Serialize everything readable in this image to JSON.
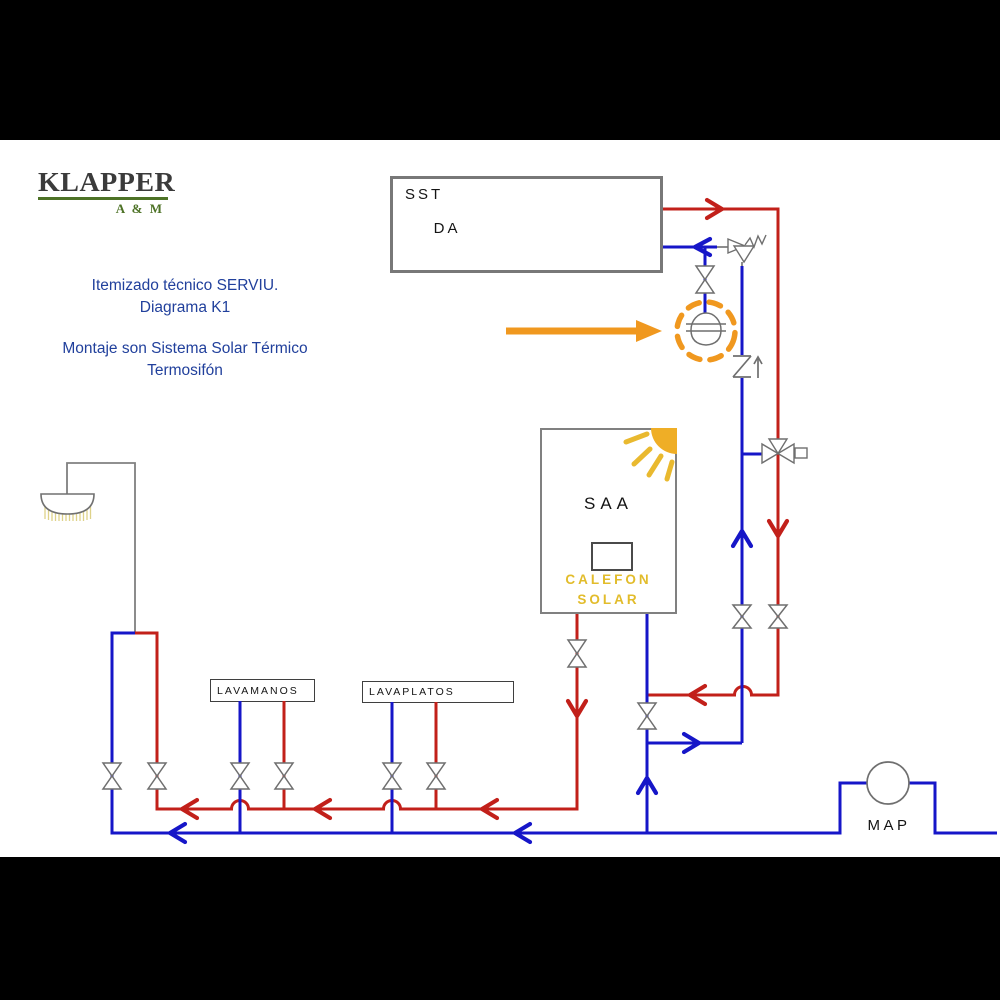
{
  "page": {
    "background": "#ffffff",
    "letterbox_color": "#000000"
  },
  "logo": {
    "name": "KLAPPER",
    "subtitle": "A & M",
    "text_color": "#3b3b3b",
    "accent_color": "#4d7226"
  },
  "title_block": {
    "line1": "Itemizado técnico SERVIU.",
    "line2": "Diagrama K1",
    "line3": "Montaje son Sistema Solar Térmico",
    "line4": "Termosifón",
    "color": "#21409c"
  },
  "diagram": {
    "solar_tank": {
      "label_line1": "SST",
      "label_line2": "DA"
    },
    "backup_heater": {
      "label": "SAA",
      "brand_line1": "CALEFON",
      "brand_line2": "SOLAR",
      "brand_color": "#e2bc2b"
    },
    "fixtures": {
      "handwash_sink": "LAVAMANOS",
      "kitchen_sink": "LAVAPLATOS"
    },
    "water_meter": {
      "label": "MAP"
    },
    "pipe_colors": {
      "hot_water": "#c2201a",
      "cold_water": "#1616c8",
      "neutral": "#808080"
    },
    "highlight": {
      "color": "#f0981f",
      "style": "dashed-circle-and-arrow",
      "target": "expansion-vessel"
    },
    "icons": [
      "sun-icon",
      "shower-icon",
      "shutoff-valve-icon",
      "check-valve-icon",
      "relief-valve-icon",
      "mixing-valve-icon",
      "expansion-vessel-icon",
      "water-meter-icon",
      "highlight-arrow-icon"
    ]
  }
}
